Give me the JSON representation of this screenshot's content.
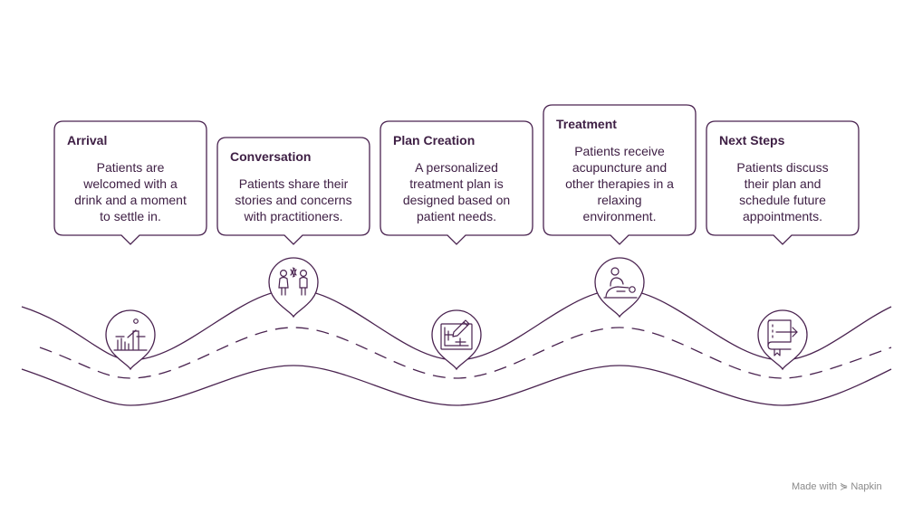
{
  "colors": {
    "stroke": "#4a2350",
    "text": "#3f2045",
    "background": "#ffffff",
    "footer": "#8a8a8a"
  },
  "stages": [
    {
      "title": "Arrival",
      "description": "Patients are\nwelcomed with a\ndrink and a moment\nto settle in.",
      "icon": "growth-chart-icon"
    },
    {
      "title": "Conversation",
      "description": "Patients share their\nstories and concerns\nwith practitioners.",
      "icon": "two-people-talking-icon"
    },
    {
      "title": "Plan Creation",
      "description": "A personalized\ntreatment plan is\ndesigned based on\npatient needs.",
      "icon": "plan-document-pencil-icon"
    },
    {
      "title": "Treatment",
      "description": "Patients receive\nacupuncture and\nother therapies in a\nrelaxing\nenvironment.",
      "icon": "patient-lying-treatment-icon"
    },
    {
      "title": "Next Steps",
      "description": "Patients discuss\ntheir plan and\nschedule future\nappointments.",
      "icon": "book-arrow-icon"
    }
  ],
  "footer": {
    "made_with": "Made with",
    "brand": "Napkin"
  }
}
